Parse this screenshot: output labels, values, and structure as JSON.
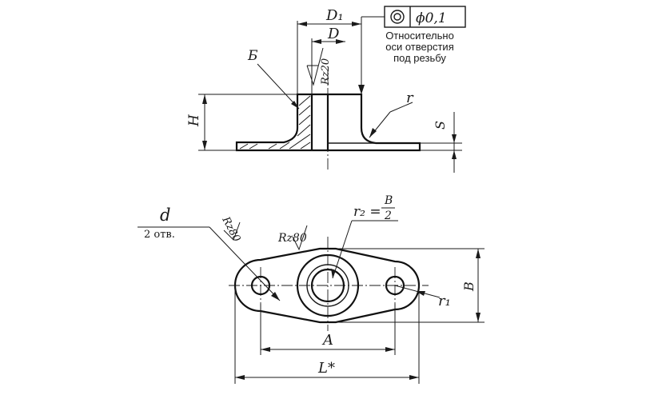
{
  "tolerance_frame": {
    "symbol": "concentricity-symbol",
    "value": "ϕ0,1",
    "note_lines": [
      "Относительно",
      "оси отверстия",
      "под резьбу"
    ]
  },
  "section_view": {
    "labels": {
      "d1": "D₁",
      "d": "D",
      "b": "Б",
      "roughness": "Rz20",
      "h": "H",
      "r": "r",
      "s": "S"
    }
  },
  "plan_view": {
    "labels": {
      "hole_d": "d",
      "hole_count": "2 отв.",
      "roughness_1": "Rz80",
      "roughness_2": "Rz80",
      "r2": "r₂ =",
      "r2_num": "B",
      "r2_den": "2",
      "b": "B",
      "r1": "r₁",
      "a": "A",
      "l": "L*"
    }
  }
}
